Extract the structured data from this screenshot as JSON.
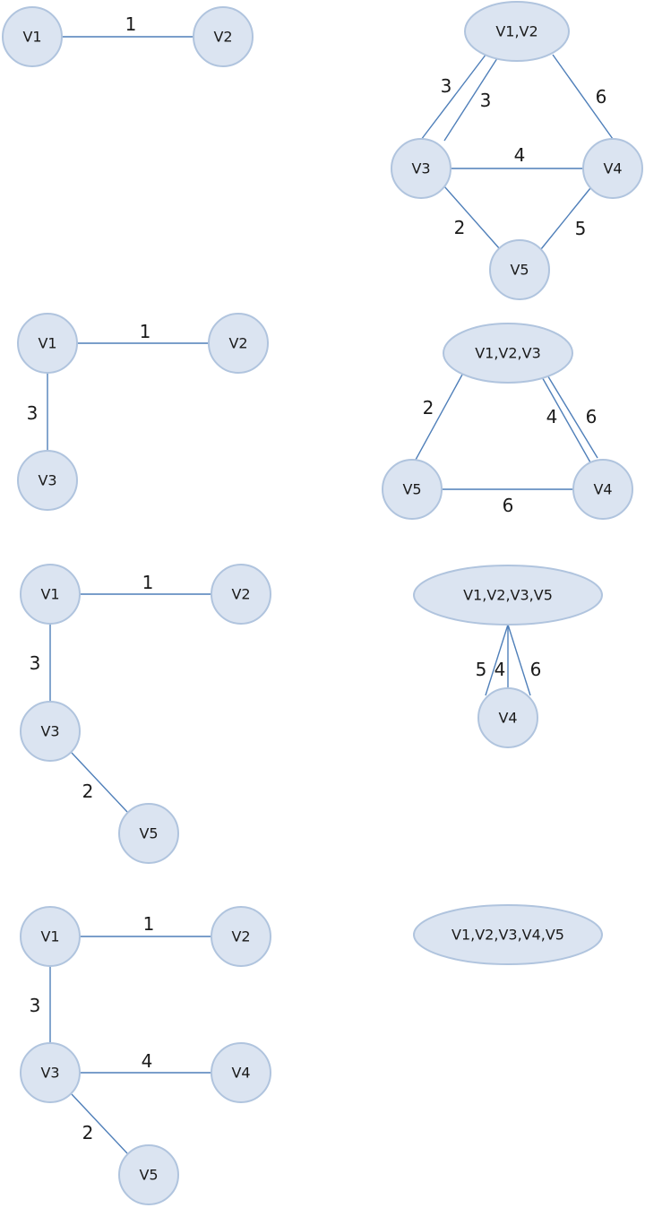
{
  "colors": {
    "node_fill": "#dbe4f1",
    "node_stroke": "#b0c4de",
    "edge": "#4f7fb9",
    "text": "#1a1a1a"
  },
  "panels": [
    {
      "nodes": [
        {
          "id": "a",
          "label": "V1"
        },
        {
          "id": "b",
          "label": "V2"
        }
      ],
      "edges": [
        {
          "from": "a",
          "to": "b",
          "weight": "1"
        }
      ]
    },
    {
      "nodes": [
        {
          "id": "m",
          "label": "V1,V2"
        },
        {
          "id": "v3",
          "label": "V3"
        },
        {
          "id": "v4",
          "label": "V4"
        },
        {
          "id": "v5",
          "label": "V5"
        }
      ],
      "edges": [
        {
          "from": "m",
          "to": "v3",
          "weight": "3"
        },
        {
          "from": "m",
          "to": "v3",
          "weight": "3"
        },
        {
          "from": "m",
          "to": "v4",
          "weight": "6"
        },
        {
          "from": "v3",
          "to": "v4",
          "weight": "4"
        },
        {
          "from": "v3",
          "to": "v5",
          "weight": "2"
        },
        {
          "from": "v4",
          "to": "v5",
          "weight": "5"
        }
      ]
    },
    {
      "nodes": [
        {
          "id": "v1",
          "label": "V1"
        },
        {
          "id": "v2",
          "label": "V2"
        },
        {
          "id": "v3",
          "label": "V3"
        }
      ],
      "edges": [
        {
          "from": "v1",
          "to": "v2",
          "weight": "1"
        },
        {
          "from": "v1",
          "to": "v3",
          "weight": "3"
        }
      ]
    },
    {
      "nodes": [
        {
          "id": "m",
          "label": "V1,V2,V3"
        },
        {
          "id": "v5",
          "label": "V5"
        },
        {
          "id": "v4",
          "label": "V4"
        }
      ],
      "edges": [
        {
          "from": "m",
          "to": "v5",
          "weight": "2"
        },
        {
          "from": "m",
          "to": "v4",
          "weight": "4"
        },
        {
          "from": "m",
          "to": "v4",
          "weight": "6"
        },
        {
          "from": "v5",
          "to": "v4",
          "weight": "6"
        }
      ]
    },
    {
      "nodes": [
        {
          "id": "v1",
          "label": "V1"
        },
        {
          "id": "v2",
          "label": "V2"
        },
        {
          "id": "v3",
          "label": "V3"
        },
        {
          "id": "v5",
          "label": "V5"
        }
      ],
      "edges": [
        {
          "from": "v1",
          "to": "v2",
          "weight": "1"
        },
        {
          "from": "v1",
          "to": "v3",
          "weight": "3"
        },
        {
          "from": "v3",
          "to": "v5",
          "weight": "2"
        }
      ]
    },
    {
      "nodes": [
        {
          "id": "m",
          "label": "V1,V2,V3,V5"
        },
        {
          "id": "v4",
          "label": "V4"
        }
      ],
      "edges": [
        {
          "from": "m",
          "to": "v4",
          "weight": "5"
        },
        {
          "from": "m",
          "to": "v4",
          "weight": "4"
        },
        {
          "from": "m",
          "to": "v4",
          "weight": "6"
        }
      ]
    },
    {
      "nodes": [
        {
          "id": "v1",
          "label": "V1"
        },
        {
          "id": "v2",
          "label": "V2"
        },
        {
          "id": "v3",
          "label": "V3"
        },
        {
          "id": "v4",
          "label": "V4"
        },
        {
          "id": "v5",
          "label": "V5"
        }
      ],
      "edges": [
        {
          "from": "v1",
          "to": "v2",
          "weight": "1"
        },
        {
          "from": "v1",
          "to": "v3",
          "weight": "3"
        },
        {
          "from": "v3",
          "to": "v4",
          "weight": "4"
        },
        {
          "from": "v3",
          "to": "v5",
          "weight": "2"
        }
      ]
    },
    {
      "nodes": [
        {
          "id": "m",
          "label": "V1,V2,V3,V4,V5"
        }
      ],
      "edges": []
    }
  ]
}
